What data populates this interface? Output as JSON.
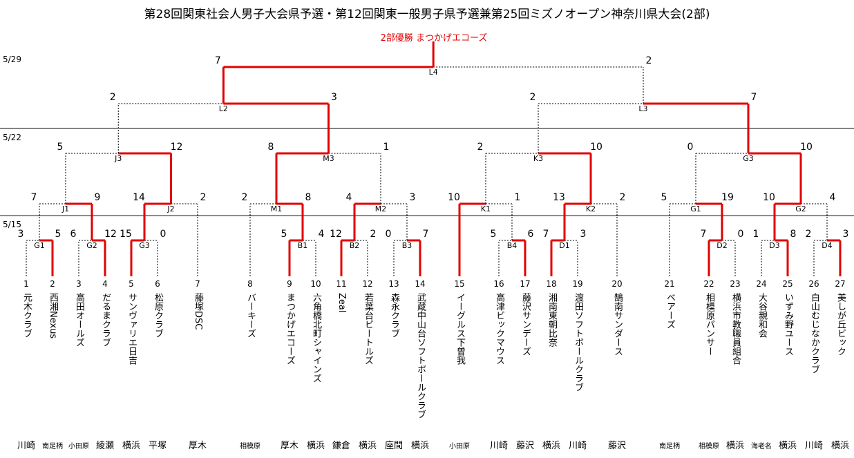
{
  "title": "第28回関東社会人男子大会県予選・第12回関東一般男子県予選兼第25回ミズノオープン神奈川県大会(2部)",
  "champion_text": "2部優勝 まつかげエコーズ",
  "colors": {
    "winner": "#e00000",
    "loser": "#000000"
  },
  "dates": [
    "5/29",
    "5/22",
    "5/15"
  ],
  "teams": [
    {
      "num": "1",
      "name": "元木クラブ",
      "city": "川崎",
      "small": false
    },
    {
      "num": "2",
      "name": "西湘Nexus",
      "city": "南足柄",
      "small": true
    },
    {
      "num": "3",
      "name": "高田オールズ",
      "city": "小田原",
      "small": true
    },
    {
      "num": "4",
      "name": "だるまクラブ",
      "city": "綾瀬",
      "small": false
    },
    {
      "num": "5",
      "name": "サンヴァリエ日吉",
      "city": "横浜",
      "small": false
    },
    {
      "num": "6",
      "name": "松原クラブ",
      "city": "平塚",
      "small": false
    },
    {
      "num": "7",
      "name": "藤塚DSC",
      "city": "厚木",
      "small": false
    },
    {
      "num": "8",
      "name": "バーキーズ",
      "city": "相模原",
      "small": true
    },
    {
      "num": "9",
      "name": "まつかげエコーズ",
      "city": "厚木",
      "small": false
    },
    {
      "num": "10",
      "name": "六角橋北町シャインズ",
      "city": "横浜",
      "small": false
    },
    {
      "num": "11",
      "name": "Zeal",
      "city": "鎌倉",
      "small": false
    },
    {
      "num": "12",
      "name": "若葉台ビートルズ",
      "city": "横浜",
      "small": false
    },
    {
      "num": "13",
      "name": "森永クラブ",
      "city": "座間",
      "small": false
    },
    {
      "num": "14",
      "name": "武蔵中山台ソフトボールクラブ",
      "city": "横浜",
      "small": false
    },
    {
      "num": "15",
      "name": "イーグルス下曽我",
      "city": "小田原",
      "small": true
    },
    {
      "num": "16",
      "name": "高津ビックマウス",
      "city": "川崎",
      "small": false
    },
    {
      "num": "17",
      "name": "藤沢サンデーズ",
      "city": "藤沢",
      "small": false
    },
    {
      "num": "18",
      "name": "湘南東朝比奈",
      "city": "横浜",
      "small": false
    },
    {
      "num": "19",
      "name": "渡田ソフトボールクラブ",
      "city": "川崎",
      "small": false
    },
    {
      "num": "20",
      "name": "鵠南サンダース",
      "city": "藤沢",
      "small": false
    },
    {
      "num": "21",
      "name": "ベアーズ",
      "city": "南足柄",
      "small": true
    },
    {
      "num": "22",
      "name": "相模原パンサー",
      "city": "相模原",
      "small": true
    },
    {
      "num": "23",
      "name": "横浜市教職員組合",
      "city": "横浜",
      "small": false
    },
    {
      "num": "24",
      "name": "大谷親和会",
      "city": "海老名",
      "small": true
    },
    {
      "num": "25",
      "name": "いずみ野ユース",
      "city": "横浜",
      "small": false
    },
    {
      "num": "26",
      "name": "白山むじなかクラブ",
      "city": "川崎",
      "small": false
    },
    {
      "num": "27",
      "name": "美しが丘ビック",
      "city": "横浜",
      "small": false
    }
  ],
  "matches": [
    {
      "label": "G1",
      "a": "3",
      "b": "5"
    },
    {
      "label": "G2",
      "a": "6",
      "b": "12"
    },
    {
      "label": "G3",
      "a": "15",
      "b": "0"
    },
    {
      "label": "B1",
      "a": "5",
      "b": "4"
    },
    {
      "label": "B2",
      "a": "12",
      "b": "2"
    },
    {
      "label": "B3",
      "a": "0",
      "b": "7"
    },
    {
      "label": "B4",
      "a": "5",
      "b": "6"
    },
    {
      "label": "D1",
      "a": "7",
      "b": "3"
    },
    {
      "label": "D2",
      "a": "7",
      "b": "0"
    },
    {
      "label": "D3",
      "a": "1",
      "b": "8"
    },
    {
      "label": "D4",
      "a": "2",
      "b": "3"
    },
    {
      "label": "J1",
      "a": "7",
      "b": "9"
    },
    {
      "label": "J2",
      "a": "14",
      "b": "2"
    },
    {
      "label": "M1",
      "a": "2",
      "b": "8"
    },
    {
      "label": "M2",
      "a": "4",
      "b": "3"
    },
    {
      "label": "K1",
      "a": "10",
      "b": "1"
    },
    {
      "label": "K2",
      "a": "13",
      "b": "2"
    },
    {
      "label": "G1",
      "a": "5",
      "b": "19"
    },
    {
      "label": "G2",
      "a": "10",
      "b": "4"
    },
    {
      "label": "J3",
      "a": "5",
      "b": "12"
    },
    {
      "label": "M3",
      "a": "8",
      "b": "1"
    },
    {
      "label": "K3",
      "a": "2",
      "b": "10"
    },
    {
      "label": "G3",
      "a": "0",
      "b": "10"
    },
    {
      "label": "L2",
      "a": "2",
      "b": "3"
    },
    {
      "label": "L3",
      "a": "2",
      "b": "7"
    },
    {
      "label": "L4",
      "a": "7",
      "b": "2"
    }
  ]
}
